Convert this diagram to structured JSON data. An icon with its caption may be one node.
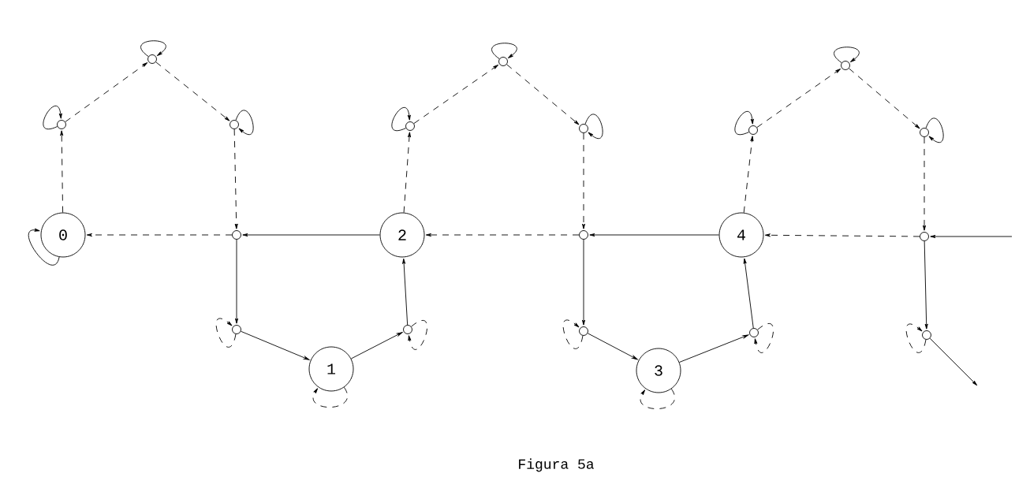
{
  "diagram": {
    "caption": "Figura 5a",
    "nodes": [
      {
        "text": [],
        "shape": "circle"
      },
      {
        "text": [],
        "shape": "circle"
      },
      {
        "text": [],
        "shape": "circle"
      },
      {
        "text": [],
        "shape": "circle"
      },
      {
        "text": [],
        "shape": "circle"
      },
      {
        "text": [],
        "shape": "circle"
      },
      {
        "text": [],
        "shape": "circle"
      },
      {
        "text": [],
        "shape": "circle"
      },
      {
        "text": [],
        "shape": "circle"
      },
      {
        "text": [
          "0"
        ]
      },
      {
        "text": [],
        "shape": "circle"
      },
      {
        "text": [
          "2"
        ]
      },
      {
        "text": [],
        "shape": "circle"
      },
      {
        "text": [
          "4"
        ]
      },
      {
        "text": [],
        "shape": "circle"
      },
      {
        "text": [],
        "shape": "circle"
      },
      {
        "text": [],
        "shape": "circle"
      },
      {
        "text": [],
        "shape": "circle"
      },
      {
        "text": [],
        "shape": "circle"
      },
      {
        "text": [],
        "shape": "circle"
      },
      {
        "text": [
          "1"
        ]
      },
      {
        "text": [
          "3"
        ]
      }
    ],
    "edges": [
      {
        "from": 9,
        "to": 3,
        "arrow": "to",
        "style": "dashed"
      },
      {
        "from": 3,
        "to": 0,
        "arrow": "to",
        "style": "dashed"
      },
      {
        "from": 0,
        "to": 4,
        "arrow": "to",
        "style": "dashed"
      },
      {
        "from": 4,
        "to": 10,
        "arrow": "to",
        "style": "dashed"
      },
      {
        "from": 10,
        "to": 9,
        "arrow": "to",
        "style": "dashed"
      },
      {
        "from": 3,
        "to": 3,
        "arrow": "to"
      },
      {
        "from": 0,
        "to": 0,
        "arrow": "to"
      },
      {
        "from": 4,
        "to": 4,
        "arrow": "to"
      },
      {
        "from": 9,
        "to": 9,
        "arrow": "to"
      },
      {
        "from": 10,
        "to": 15,
        "arrow": "to"
      },
      {
        "from": 15,
        "to": 15,
        "arrow": "to",
        "style": "dashed"
      },
      {
        "from": 15,
        "to": 20,
        "arrow": "to"
      },
      {
        "from": 20,
        "to": 20,
        "arrow": "to",
        "style": "dashed"
      },
      {
        "from": 20,
        "to": 16,
        "arrow": "to"
      },
      {
        "from": 16,
        "to": 16,
        "arrow": "to",
        "style": "dashed"
      },
      {
        "from": 16,
        "to": 11,
        "arrow": "to"
      },
      {
        "from": 11,
        "to": 10,
        "arrow": "to"
      },
      {
        "from": 11,
        "to": 5,
        "arrow": "to",
        "style": "dashed"
      },
      {
        "from": 5,
        "to": 1,
        "arrow": "to",
        "style": "dashed"
      },
      {
        "from": 1,
        "to": 6,
        "arrow": "to",
        "style": "dashed"
      },
      {
        "from": 6,
        "to": 12,
        "arrow": "to",
        "style": "dashed"
      },
      {
        "from": 12,
        "to": 11,
        "arrow": "to",
        "style": "dashed"
      },
      {
        "from": 5,
        "to": 5,
        "arrow": "to"
      },
      {
        "from": 1,
        "to": 1,
        "arrow": "to"
      },
      {
        "from": 6,
        "to": 6,
        "arrow": "to"
      },
      {
        "from": 12,
        "to": 17,
        "arrow": "to"
      },
      {
        "from": 17,
        "to": 17,
        "arrow": "to",
        "style": "dashed"
      },
      {
        "from": 17,
        "to": 21,
        "arrow": "to"
      },
      {
        "from": 21,
        "to": 21,
        "arrow": "to",
        "style": "dashed"
      },
      {
        "from": 21,
        "to": 18,
        "arrow": "to"
      },
      {
        "from": 18,
        "to": 18,
        "arrow": "to",
        "style": "dashed"
      },
      {
        "from": 18,
        "to": 13,
        "arrow": "to"
      },
      {
        "from": 13,
        "to": 12,
        "arrow": "to"
      },
      {
        "from": 13,
        "to": 7,
        "arrow": "to",
        "style": "dashed"
      },
      {
        "from": 7,
        "to": 2,
        "arrow": "to",
        "style": "dashed"
      },
      {
        "from": 2,
        "to": 8,
        "arrow": "to",
        "style": "dashed"
      },
      {
        "from": 8,
        "to": 14,
        "arrow": "to",
        "style": "dashed"
      },
      {
        "from": 14,
        "to": 13,
        "arrow": "to",
        "style": "dashed"
      },
      {
        "from": 7,
        "to": 7,
        "arrow": "to"
      },
      {
        "from": 2,
        "to": 2,
        "arrow": "to"
      },
      {
        "from": 8,
        "to": 8,
        "arrow": "to"
      },
      {
        "from": 14,
        "to": 19,
        "arrow": "to"
      },
      {
        "from": 19,
        "to": 19,
        "arrow": "to",
        "style": "dashed"
      },
      {
        "from": 19,
        "to": null,
        "arrow": "to"
      },
      {
        "from": null,
        "to": 14,
        "arrow": "to"
      }
    ]
  }
}
